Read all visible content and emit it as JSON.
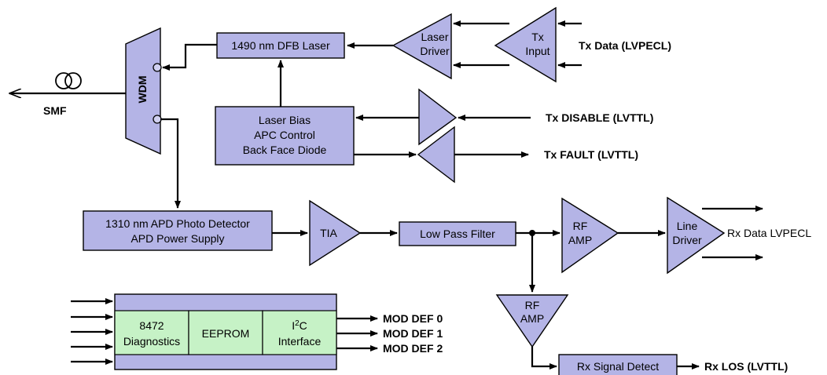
{
  "blocks": {
    "laser": "1490 nm DFB Laser",
    "laser_driver": [
      "Laser",
      "Driver"
    ],
    "tx_input": [
      "Tx",
      "Input"
    ],
    "laser_bias": [
      "Laser Bias",
      "APC Control",
      "Back Face Diode"
    ],
    "wdm": "WDM",
    "apd": [
      "1310 nm APD Photo Detector",
      "APD Power Supply"
    ],
    "tia": "TIA",
    "lpf": "Low Pass Filter",
    "rf_amp_1": [
      "RF",
      "AMP"
    ],
    "rf_amp_2": [
      "RF",
      "AMP"
    ],
    "line_driver": [
      "Line",
      "Driver"
    ],
    "rx_detect": "Rx Signal Detect",
    "diagnostics": [
      "8472",
      "Diagnostics"
    ],
    "eeprom": "EEPROM",
    "i2c": [
      "I",
      "2",
      "C",
      "Interface"
    ]
  },
  "signals": {
    "smf": "SMF",
    "tx_data": "Tx Data (LVPECL)",
    "tx_disable": "Tx DISABLE (LVTTL)",
    "tx_fault": "Tx FAULT (LVTTL)",
    "rx_data": "Rx Data LVPECL",
    "rx_los": "Rx LOS (LVTTL)",
    "mod_def": [
      "MOD DEF 0",
      "MOD DEF 1",
      "MOD DEF 2"
    ]
  }
}
